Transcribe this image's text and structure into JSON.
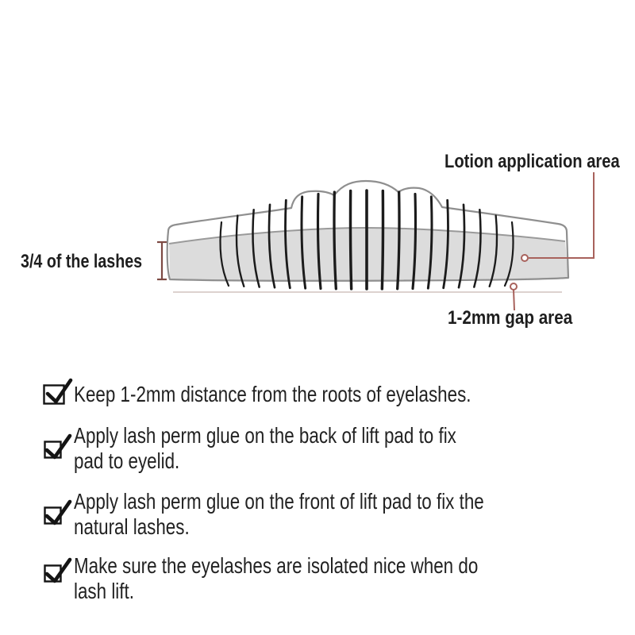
{
  "theme": {
    "page-bg": "#ffffff",
    "text": "#1e1e1e",
    "leader": "#a8625c",
    "bracket": "#7d4a44",
    "pad-outline": "#8f8f8f",
    "band-top": "#9a9a9a",
    "band-fill": "#dcdcdc",
    "lash": "#1b1b1b",
    "gap-line": "#ddd2cf",
    "checkbox": "#141414"
  },
  "diagram": {
    "lotion_label": "Lotion application area",
    "lashes_label": "3/4 of the lashes",
    "gap_label": "1-2mm gap area"
  },
  "checklist": {
    "items": [
      {
        "line1": "Keep 1-2mm distance from the roots of eyelashes."
      },
      {
        "line1": "Apply lash perm glue on the back of lift pad to fix",
        "line2": "pad to eyelid."
      },
      {
        "line1": "Apply lash perm glue on the front of lift pad to fix the",
        "line2": "natural lashes."
      },
      {
        "line1": "Make sure the eyelashes are isolated nice when do",
        "line2": "lash lift."
      }
    ]
  }
}
